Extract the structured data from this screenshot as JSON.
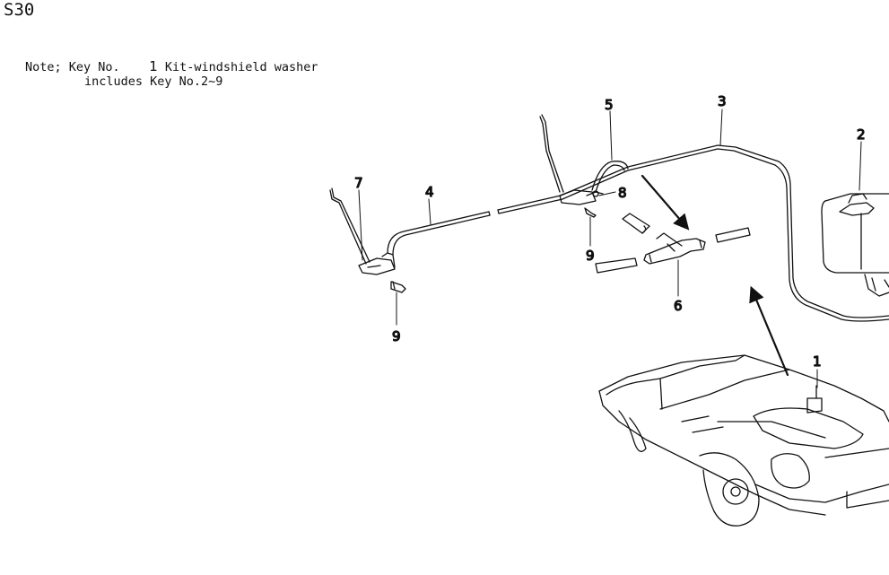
{
  "model": "S30",
  "note": {
    "prefix": "Note; Key No.",
    "key": "1",
    "text": "Kit-windshield washer",
    "line2": "includes Key No.2~9"
  },
  "callouts": {
    "c1": "1",
    "c2": "2",
    "c3": "3",
    "c4": "4",
    "c5": "5",
    "c6": "6",
    "c7": "7",
    "c8": "8",
    "c9a": "9",
    "c9b": "9"
  }
}
